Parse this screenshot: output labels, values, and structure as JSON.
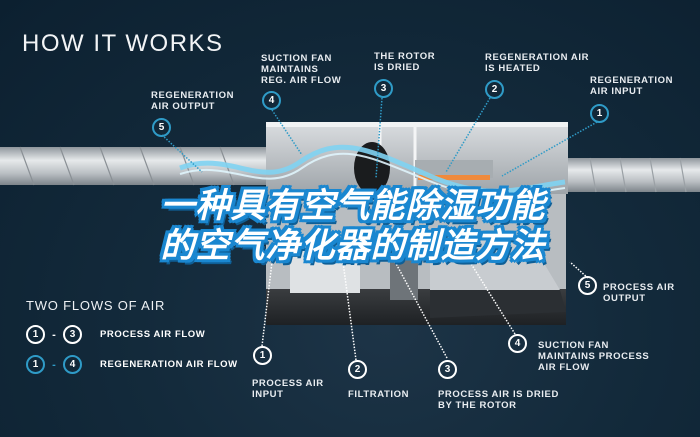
{
  "header": {
    "title": "HOW IT WORKS"
  },
  "overlay_title": {
    "line1": "一种具有空气能除湿功能",
    "line2": "的空气净化器的制造方法"
  },
  "top_callouts": [
    {
      "num": "5",
      "label": "REGENERATION\nAIR OUTPUT"
    },
    {
      "num": "4",
      "label": "SUCTION FAN\nMAINTAINS\nREG. AIR FLOW"
    },
    {
      "num": "3",
      "label": "THE ROTOR\nIS DRIED"
    },
    {
      "num": "2",
      "label": "REGENERATION AIR\nIS HEATED"
    },
    {
      "num": "1",
      "label": "REGENERATION\nAIR INPUT"
    }
  ],
  "bottom_callouts": [
    {
      "num": "1",
      "label": "PROCESS AIR\nINPUT"
    },
    {
      "num": "2",
      "label": "FILTRATION"
    },
    {
      "num": "3",
      "label": "PROCESS AIR IS DRIED\nBY THE ROTOR"
    },
    {
      "num": "4",
      "label": "SUCTION FAN\nMAINTAINS PROCESS\nAIR FLOW"
    },
    {
      "num": "5",
      "label": "PROCESS AIR\nOUTPUT"
    }
  ],
  "legend": {
    "title": "TWO FLOWS OF AIR",
    "rows": [
      {
        "from": "1",
        "to": "3",
        "dash": "-",
        "label": "PROCESS AIR FLOW",
        "style": "white"
      },
      {
        "from": "1",
        "to": "4",
        "dash": "-",
        "label": "REGENERATION AIR FLOW",
        "style": "blue"
      }
    ]
  },
  "colors": {
    "background": "#0f2535",
    "regeneration_accent": "#2f9bc7",
    "process_accent": "#ffffff",
    "title_outline": "#1a87d0",
    "heater": "#f08a3c"
  }
}
